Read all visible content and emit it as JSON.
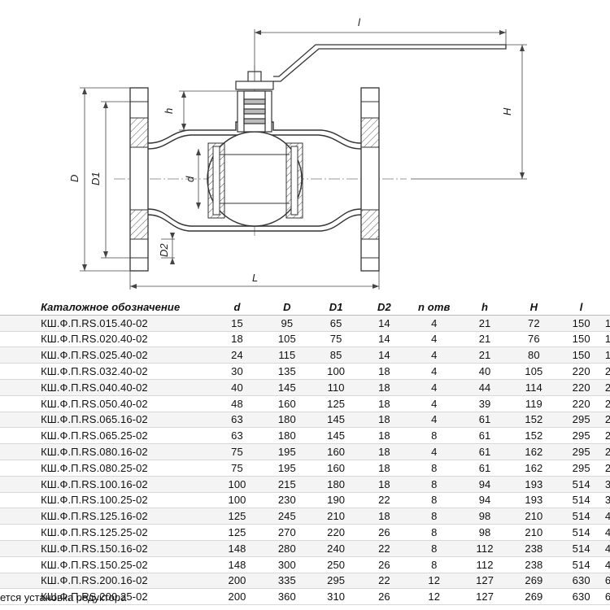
{
  "drawing": {
    "dimension_labels": {
      "l_top": "l",
      "l_bottom": "L",
      "H": "H",
      "h": "h",
      "D": "D",
      "D1": "D1",
      "D2": "D2",
      "d": "d"
    }
  },
  "table": {
    "columns": [
      "Каталожное обозначение",
      "d",
      "D",
      "D1",
      "D2",
      "n отв",
      "h",
      "H",
      "l"
    ],
    "rows": [
      [
        "КШ.Ф.П.RS.015.40-02",
        "15",
        "95",
        "65",
        "14",
        "4",
        "21",
        "72",
        "150"
      ],
      [
        "КШ.Ф.П.RS.020.40-02",
        "18",
        "105",
        "75",
        "14",
        "4",
        "21",
        "76",
        "150"
      ],
      [
        "КШ.Ф.П.RS.025.40-02",
        "24",
        "115",
        "85",
        "14",
        "4",
        "21",
        "80",
        "150"
      ],
      [
        "КШ.Ф.П.RS.032.40-02",
        "30",
        "135",
        "100",
        "18",
        "4",
        "40",
        "105",
        "220"
      ],
      [
        "КШ.Ф.П.RS.040.40-02",
        "40",
        "145",
        "110",
        "18",
        "4",
        "44",
        "114",
        "220"
      ],
      [
        "КШ.Ф.П.RS.050.40-02",
        "48",
        "160",
        "125",
        "18",
        "4",
        "39",
        "119",
        "220"
      ],
      [
        "КШ.Ф.П.RS.065.16-02",
        "63",
        "180",
        "145",
        "18",
        "4",
        "61",
        "152",
        "295"
      ],
      [
        "КШ.Ф.П.RS.065.25-02",
        "63",
        "180",
        "145",
        "18",
        "8",
        "61",
        "152",
        "295"
      ],
      [
        "КШ.Ф.П.RS.080.16-02",
        "75",
        "195",
        "160",
        "18",
        "4",
        "61",
        "162",
        "295"
      ],
      [
        "КШ.Ф.П.RS.080.25-02",
        "75",
        "195",
        "160",
        "18",
        "8",
        "61",
        "162",
        "295"
      ],
      [
        "КШ.Ф.П.RS.100.16-02",
        "100",
        "215",
        "180",
        "18",
        "8",
        "94",
        "193",
        "514"
      ],
      [
        "КШ.Ф.П.RS.100.25-02",
        "100",
        "230",
        "190",
        "22",
        "8",
        "94",
        "193",
        "514"
      ],
      [
        "КШ.Ф.П.RS.125.16-02",
        "125",
        "245",
        "210",
        "18",
        "8",
        "98",
        "210",
        "514"
      ],
      [
        "КШ.Ф.П.RS.125.25-02",
        "125",
        "270",
        "220",
        "26",
        "8",
        "98",
        "210",
        "514"
      ],
      [
        "КШ.Ф.П.RS.150.16-02",
        "148",
        "280",
        "240",
        "22",
        "8",
        "112",
        "238",
        "514"
      ],
      [
        "КШ.Ф.П.RS.150.25-02",
        "148",
        "300",
        "250",
        "26",
        "8",
        "112",
        "238",
        "514"
      ],
      [
        "КШ.Ф.П.RS.200.16-02",
        "200",
        "335",
        "295",
        "22",
        "12",
        "127",
        "269",
        "630"
      ],
      [
        "КШ.Ф.П.RS.200.25-02",
        "200",
        "360",
        "310",
        "26",
        "12",
        "127",
        "269",
        "630"
      ]
    ],
    "right_edge_partial": [
      "1",
      "1",
      "1",
      "2",
      "2",
      "2",
      "2",
      "2",
      "2",
      "2",
      "3",
      "3",
      "4",
      "4",
      "4",
      "4",
      "6",
      "6"
    ]
  },
  "footnote": "ется установка редуктора"
}
